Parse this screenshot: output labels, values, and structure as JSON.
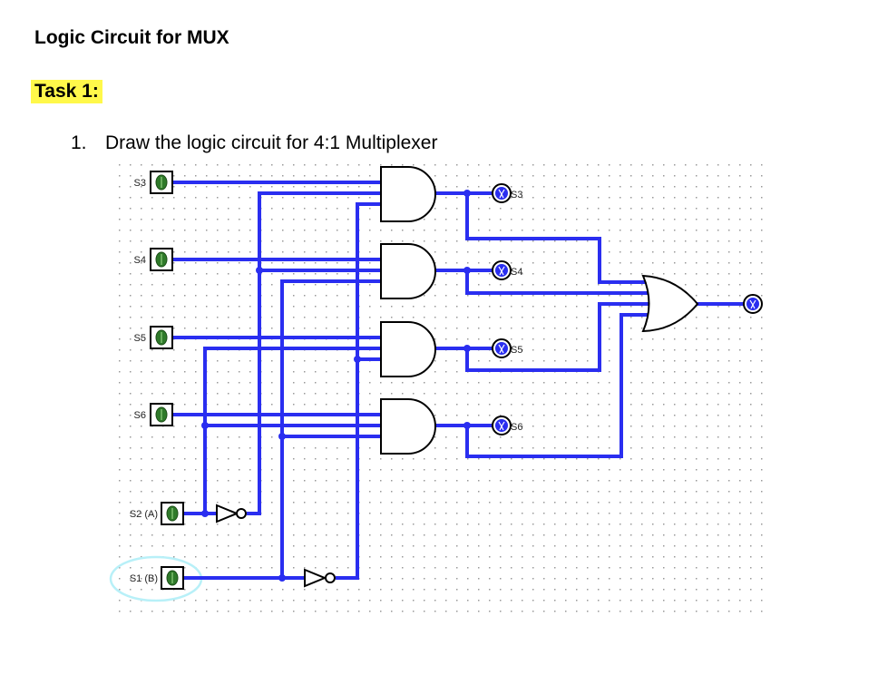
{
  "document": {
    "title": "Logic Circuit for MUX",
    "task_label": "Task 1:",
    "task_items": [
      {
        "number": "1.",
        "text": "Draw the logic circuit for 4:1 Multiplexer"
      }
    ]
  },
  "circuit": {
    "colors": {
      "wire": "#2a2ef0",
      "gate_stroke": "#000000",
      "switch_fill": "#2f7a2a",
      "led_fill": "#2a2ef0",
      "grid_dot": "#9a9a9a",
      "selection_ring": "#b8f0f8"
    },
    "inputs": [
      {
        "id": "S3",
        "label": "S3"
      },
      {
        "id": "S4",
        "label": "S4"
      },
      {
        "id": "S5",
        "label": "S5"
      },
      {
        "id": "S6",
        "label": "S6"
      },
      {
        "id": "S2",
        "label": "S2 (A)"
      },
      {
        "id": "S1",
        "label": "S1 (B)"
      }
    ],
    "and_gates": [
      {
        "id": "and1",
        "inputs": [
          "S3",
          "A'",
          "B'"
        ],
        "output_probe": "S3"
      },
      {
        "id": "and2",
        "inputs": [
          "S4",
          "A'",
          "B"
        ],
        "output_probe": "S4"
      },
      {
        "id": "and3",
        "inputs": [
          "S5",
          "A",
          "B'"
        ],
        "output_probe": "S5"
      },
      {
        "id": "and4",
        "inputs": [
          "S6",
          "A",
          "B"
        ],
        "output_probe": "S6"
      }
    ],
    "inverters": [
      {
        "id": "notA",
        "input": "S2 (A)",
        "output": "A'"
      },
      {
        "id": "notB",
        "input": "S1 (B)",
        "output": "B'"
      }
    ],
    "or_gate": {
      "id": "or1",
      "inputs": [
        "and1",
        "and2",
        "and3",
        "and4"
      ]
    },
    "probes": [
      {
        "id": "S3",
        "label": "S3"
      },
      {
        "id": "S4",
        "label": "S4"
      },
      {
        "id": "S5",
        "label": "S5"
      },
      {
        "id": "S6",
        "label": "S6"
      },
      {
        "id": "Y",
        "label": ""
      }
    ],
    "selected_input": "S1"
  }
}
